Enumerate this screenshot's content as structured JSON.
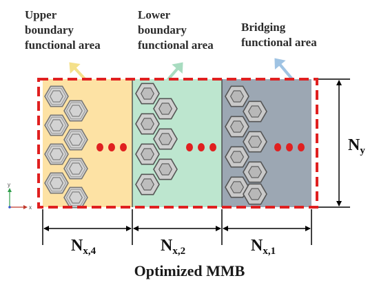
{
  "regions": [
    {
      "label_lines": [
        "Upper",
        "boundary",
        "functional area"
      ],
      "fill": "#fde2a4",
      "arrow_color": "#f4e08a"
    },
    {
      "label_lines": [
        "Lower",
        "boundary",
        "functional area"
      ],
      "fill": "#bde6cf",
      "arrow_color": "#a8dcc0"
    },
    {
      "label_lines": [
        "Bridging",
        "functional area"
      ],
      "fill": "#9ca7b3",
      "arrow_color": "#9fc3e3"
    }
  ],
  "ellipsis_color": "#e02020",
  "border_color": "#e02020",
  "dimensions": {
    "width_labels": [
      {
        "main": "N",
        "sub": "x,4"
      },
      {
        "main": "N",
        "sub": "x,2"
      },
      {
        "main": "N",
        "sub": "x,1"
      }
    ],
    "height_label": {
      "main": "N",
      "sub": "y"
    }
  },
  "axes": {
    "x_label": "x",
    "y_label": "y"
  },
  "caption": "Optimized MMB"
}
